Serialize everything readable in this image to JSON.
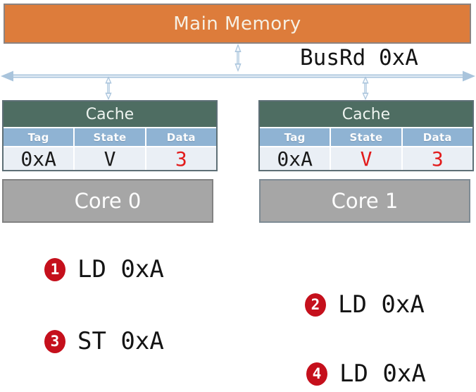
{
  "memory": {
    "label": "Main Memory"
  },
  "bus": {
    "label": "BusRd 0xA"
  },
  "caches": [
    {
      "title": "Cache",
      "headers": {
        "tag": "Tag",
        "state": "State",
        "data": "Data"
      },
      "row": {
        "tag": "0xA",
        "state": "V",
        "data": "3"
      }
    },
    {
      "title": "Cache",
      "headers": {
        "tag": "Tag",
        "state": "State",
        "data": "Data"
      },
      "row": {
        "tag": "0xA",
        "state": "V",
        "data": "3"
      }
    }
  ],
  "cores": [
    {
      "label": "Core 0"
    },
    {
      "label": "Core 1"
    }
  ],
  "operations": [
    {
      "num": "1",
      "label": "LD 0xA"
    },
    {
      "num": "2",
      "label": "LD 0xA"
    },
    {
      "num": "3",
      "label": "ST 0xA"
    },
    {
      "num": "4",
      "label": "LD 0xA"
    }
  ],
  "colors": {
    "memory_fill": "#DD7C3B",
    "cache_header_green": "#4E6D62",
    "table_header_blue": "#8FB3D3",
    "table_row_bg": "#EAEFF5",
    "value_red": "#E21B1B",
    "badge_red": "#C5101C",
    "bus_blue": "#A9C4DC",
    "core_gray": "#A6A6A6"
  }
}
